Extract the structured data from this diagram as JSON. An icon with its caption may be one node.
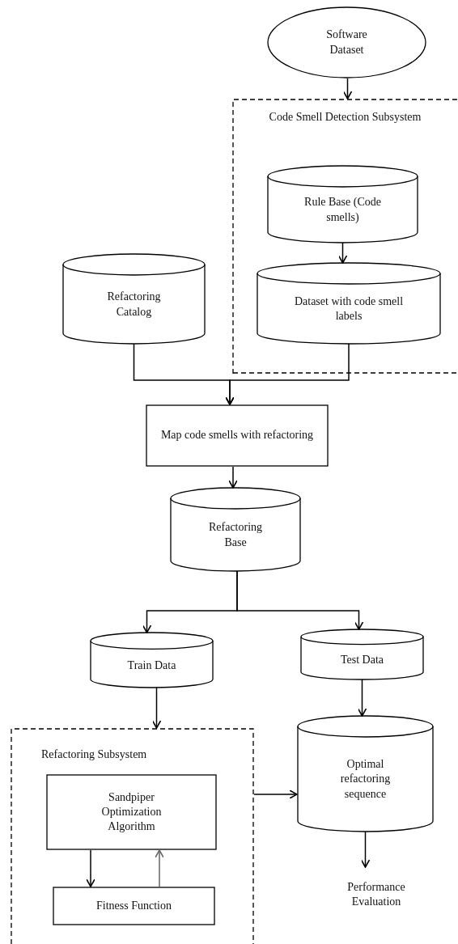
{
  "diagram": {
    "nodes": [
      {
        "text": [
          "Software Dataset"
        ]
      },
      {
        "text": [
          "Code Smell Detection Subsystem"
        ]
      },
      {
        "text": [
          "Rule Base (Code smells)"
        ],
        "in": 1
      },
      {
        "text": [
          "Dataset with code smell labels"
        ],
        "in": 1
      },
      {
        "text": [
          "Refactoring Catalog"
        ]
      },
      {
        "text": [
          "Map code smells with refactoring"
        ]
      },
      {
        "text": [
          "Refactoring Base"
        ]
      },
      {
        "text": [
          "Train Data"
        ]
      },
      {
        "text": [
          "Test Data"
        ]
      },
      {
        "text": [
          "Refactoring Subsystem"
        ]
      },
      {
        "text": [
          "Sandpiper Optimization Algorithm"
        ],
        "in": 9
      },
      {
        "text": [
          "Fitness Function"
        ],
        "in": 9
      },
      {
        "text": [
          "Optimal refactoring sequence"
        ]
      },
      {
        "text": [
          "Performance Evaluation"
        ]
      }
    ],
    "edges": [
      {
        "from": 0,
        "to": 1,
        "arrow": "to"
      },
      {
        "from": 2,
        "to": 3,
        "arrow": "to"
      },
      {
        "from": 4,
        "to": 5,
        "arrow": "to"
      },
      {
        "from": 3,
        "to": 5,
        "arrow": "to"
      },
      {
        "from": 5,
        "to": 6,
        "arrow": "to"
      },
      {
        "from": 6,
        "to": 7,
        "arrow": "to"
      },
      {
        "from": 6,
        "to": 8,
        "arrow": "to"
      },
      {
        "from": 7,
        "to": 9,
        "arrow": "to"
      },
      {
        "from": 8,
        "to": 12,
        "arrow": "to"
      },
      {
        "from": 9,
        "to": 12,
        "arrow": "to"
      },
      {
        "from": 10,
        "to": 11,
        "arrow": "to"
      },
      {
        "from": 11,
        "to": 10,
        "arrow": "to",
        "color": "#666666"
      },
      {
        "from": 12,
        "to": 13,
        "arrow": "to"
      }
    ]
  }
}
